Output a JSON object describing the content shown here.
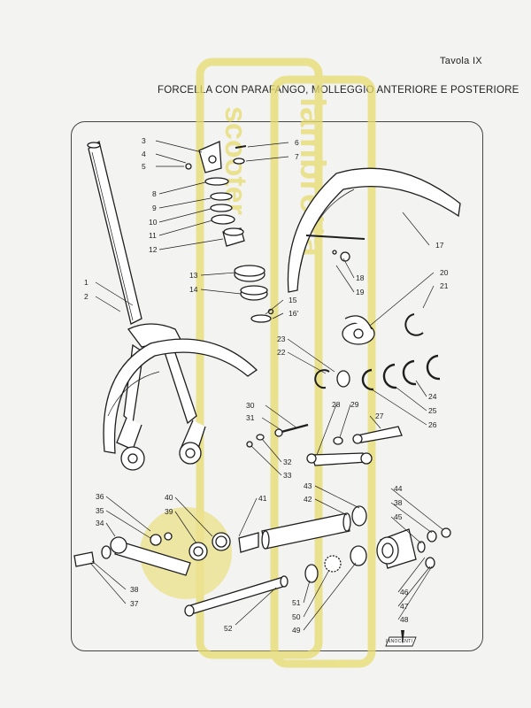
{
  "header": {
    "plate": "Tavola IX",
    "title": "FORCELLA CON PARAFANGO, MOLLEGGIO ANTERIORE E POSTERIORE"
  },
  "callouts": {
    "c1": "1",
    "c2": "2",
    "c3": "3",
    "c4": "4",
    "c5": "5",
    "c6": "6",
    "c7": "7",
    "c8": "8",
    "c9": "9",
    "c10": "10",
    "c11": "11",
    "c12": "12",
    "c13": "13",
    "c14": "14",
    "c15": "15",
    "c16": "16'",
    "c17": "17",
    "c18": "18",
    "c19": "19",
    "c20": "20",
    "c21": "21",
    "c22": "22",
    "c23": "23",
    "c24": "24",
    "c25": "25",
    "c26": "26",
    "c27": "27",
    "c28": "28",
    "c29": "29",
    "c30": "30",
    "c31": "31",
    "c32": "32",
    "c33": "33",
    "c34": "34",
    "c35": "35",
    "c36": "36",
    "c37": "37",
    "c38a": "38",
    "c38b": "38",
    "c39": "39",
    "c40": "40",
    "c41": "41",
    "c42": "42",
    "c43": "43",
    "c44": "44",
    "c45": "45",
    "c46": "46",
    "c47": "47",
    "c48": "48",
    "c49": "49",
    "c50": "50",
    "c51": "51",
    "c52": "52"
  },
  "logo": {
    "brand": "INNOCENTI"
  },
  "colors": {
    "watermark": "#e8dc6e",
    "ink": "#1e1e1e",
    "paper": "#f3f3f1"
  }
}
